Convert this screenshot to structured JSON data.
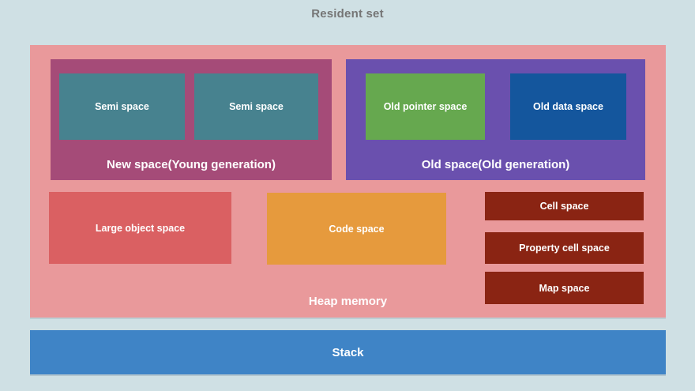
{
  "title": "Resident set",
  "heap": {
    "label": "Heap memory",
    "new_space": {
      "label": "New space(Young generation)",
      "semi_spaces": [
        "Semi space",
        "Semi space"
      ]
    },
    "old_space": {
      "label": "Old space(Old generation)",
      "old_pointer_label": "Old pointer space",
      "old_data_label": "Old data space"
    },
    "large_object_label": "Large object space",
    "code_label": "Code space",
    "cell_boxes": [
      "Cell space",
      "Property cell space",
      "Map space"
    ]
  },
  "stack": {
    "label": "Stack"
  },
  "colors": {
    "background": "#cfe0e4",
    "title_text": "#757575",
    "heap": "#e9999b",
    "new_space": "#a54b78",
    "semi_space": "#47828f",
    "old_space": "#6a50ae",
    "old_pointer_space": "#66a84f",
    "old_data_space": "#14569d",
    "large_object_space": "#da6062",
    "code_space": "#e69a3d",
    "cell_space": "#8a2413",
    "stack": "#3f84c6",
    "label_text": "#ffffff"
  }
}
